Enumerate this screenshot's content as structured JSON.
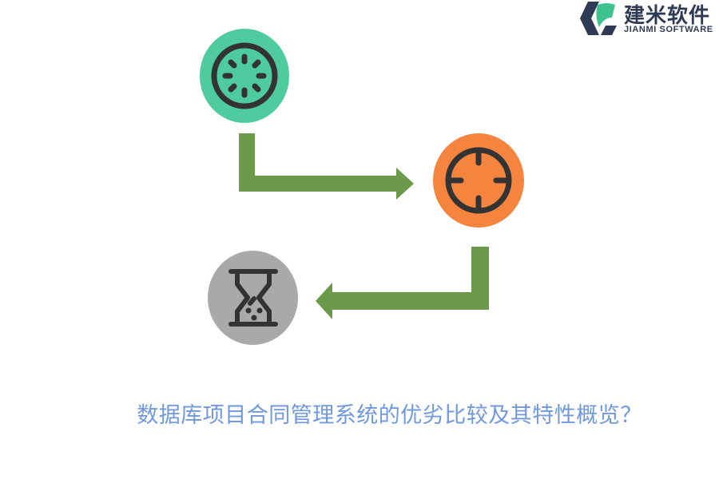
{
  "logo": {
    "name_cn": "建米软件",
    "name_en": "JIANMI SOFTWARE",
    "colors": {
      "dark": "#2f3a55",
      "green": "#3ec28f"
    }
  },
  "diagram": {
    "nodes": [
      {
        "id": "loading",
        "icon": "loading-spinner-icon",
        "color": "#4ecb9f"
      },
      {
        "id": "target",
        "icon": "crosshair-target-icon",
        "color": "#f5843e"
      },
      {
        "id": "pending",
        "icon": "hourglass-icon",
        "color": "#a9a9a9"
      }
    ],
    "arrows": [
      {
        "from": "loading",
        "to": "target",
        "color": "#6a994a"
      },
      {
        "from": "target",
        "to": "pending",
        "color": "#6a994a"
      }
    ],
    "icon_stroke_color": "#333333"
  },
  "title": "数据库项目合同管理系统的优劣比较及其特性概览？"
}
